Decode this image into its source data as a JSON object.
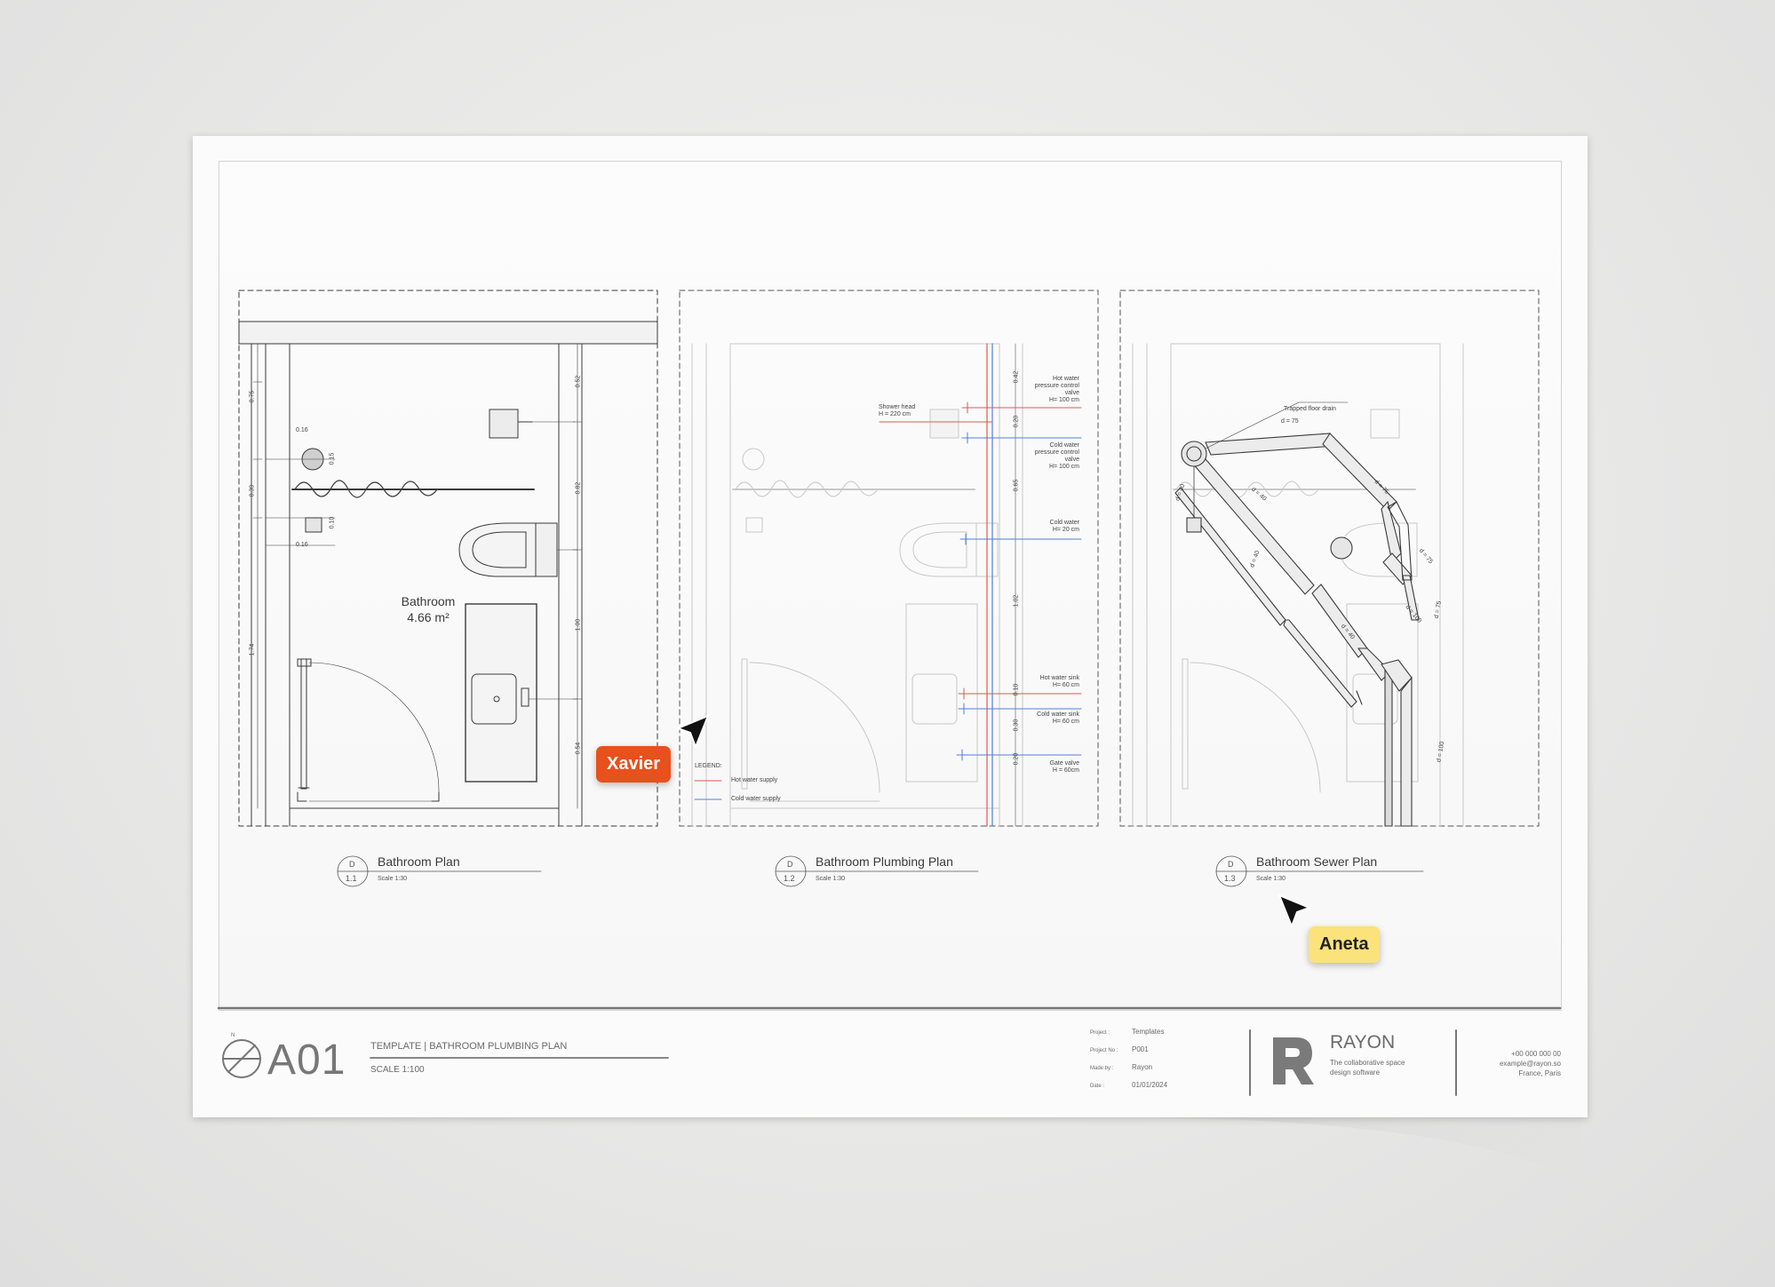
{
  "plans": [
    {
      "badge_top": "D",
      "badge_num": "1.1",
      "title": "Bathroom Plan",
      "scale": "Scale 1:30"
    },
    {
      "badge_top": "D",
      "badge_num": "1.2",
      "title": "Bathroom Plumbing Plan",
      "scale": "Scale 1:30"
    },
    {
      "badge_top": "D",
      "badge_num": "1.3",
      "title": "Bathroom Sewer Plan",
      "scale": "Scale 1:30"
    }
  ],
  "plan1": {
    "room_name": "Bathroom",
    "room_area": "4.66 m²",
    "dims_left": [
      "0.75",
      "0.39",
      "1.74"
    ],
    "dims_right": [
      "0.52",
      "0.82",
      "1.00",
      "0.54"
    ],
    "dims_fixture": [
      "0.16",
      "0.15",
      "0.10",
      "0.16"
    ]
  },
  "plan2": {
    "dims_right": [
      "0.42",
      "0.20",
      "0.65",
      "1.02",
      "0.10",
      "0.30",
      "0.20"
    ],
    "annotations": [
      {
        "lines": [
          "Shower head",
          "H = 220 cm"
        ]
      },
      {
        "lines": [
          "Hot water",
          "pressure control",
          "valve",
          "H= 100 cm"
        ]
      },
      {
        "lines": [
          "Cold water",
          "pressure control",
          "valve",
          "H= 100 cm"
        ]
      },
      {
        "lines": [
          "Cold water",
          "H= 20 cm"
        ]
      },
      {
        "lines": [
          "Hot water sink",
          "H= 60 cm"
        ]
      },
      {
        "lines": [
          "Cold water sink",
          "H= 60 cm"
        ]
      },
      {
        "lines": [
          "Gate valve",
          "H = 60cm"
        ]
      }
    ],
    "legend_title": "LEGEND:",
    "legend": [
      {
        "label": "Hot water supply",
        "color": "#e15555"
      },
      {
        "label": "Cold water supply",
        "color": "#4f7fdc"
      }
    ]
  },
  "plan3": {
    "trap_label": "Trapped floor drain",
    "pipe_labels": [
      "d = 75",
      "d = 40",
      "d = 40",
      "d = 75",
      "d = 75",
      "d = 100",
      "d = 75",
      "d = 40",
      "d = 40",
      "d = 100"
    ]
  },
  "cursors": [
    {
      "name": "Xavier",
      "color": "#e8501c",
      "text_color": "#ffffff"
    },
    {
      "name": "Aneta",
      "color": "#fbe27a",
      "text_color": "#222222"
    }
  ],
  "title_block": {
    "sheet": "A01",
    "subtitle": "TEMPLATE | BATHROOM PLUMBING PLAN",
    "scale": "SCALE 1:100",
    "compass_n": "N",
    "meta": [
      {
        "key": "Project :",
        "value": "Templates"
      },
      {
        "key": "Project No :",
        "value": "P001"
      },
      {
        "key": "Made by :",
        "value": "Rayon"
      },
      {
        "key": "Date :",
        "value": "01/01/2024"
      }
    ],
    "brand": "RAYON",
    "tagline1": "The collaborative space",
    "tagline2": "design software",
    "contact": [
      "+00 000 000 00",
      "example@rayon.so",
      "France, Paris"
    ]
  },
  "colors": {
    "hot": "#e15555",
    "cold": "#4f7fdc",
    "ink": "#3a3a3a",
    "faded": "#c4c4c4"
  }
}
